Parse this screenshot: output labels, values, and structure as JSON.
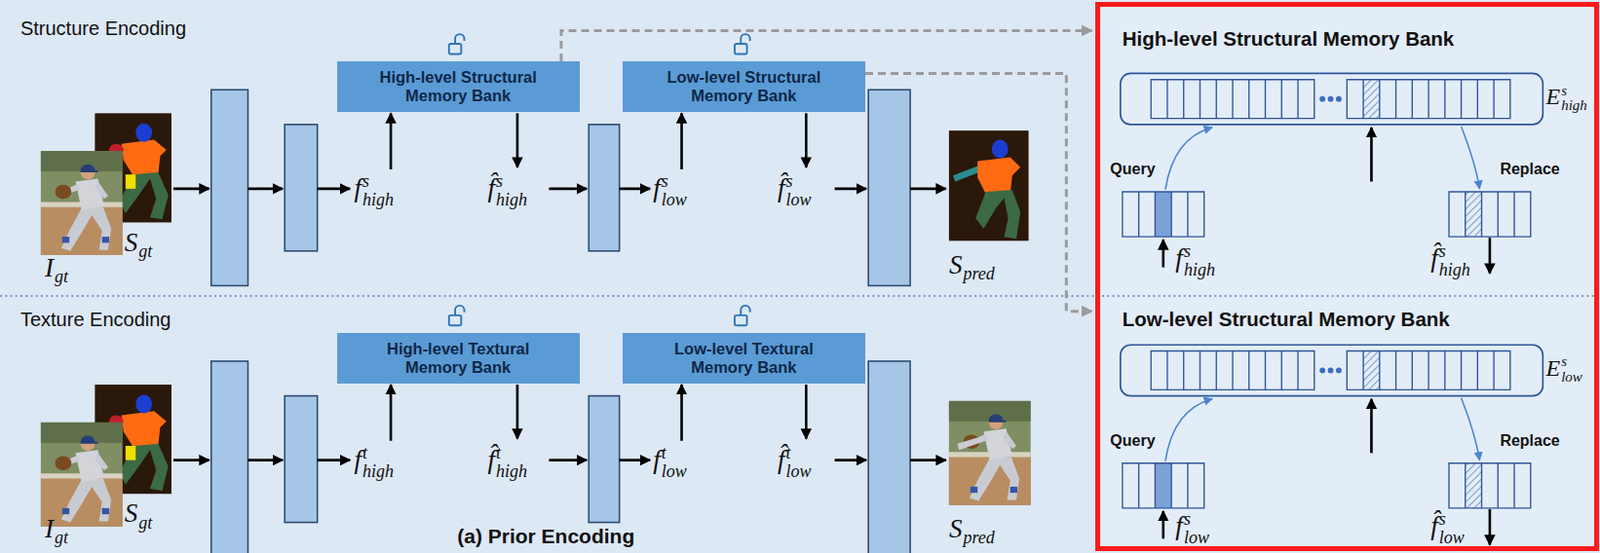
{
  "diagram": {
    "nodes": [
      {
        "text": [
          "High-level Structural Memory Bank"
        ]
      },
      {
        "text": [
          "Low-level Structural Memory Bank"
        ]
      },
      {
        "text": [
          "High-level Textural Memory Bank"
        ]
      },
      {
        "text": [
          "Low-level Textural Memory Bank"
        ]
      },
      {
        "text": [
          "High-level Structural Memory Bank",
          "Low-level Structural Memory Bank"
        ]
      }
    ],
    "edges": [
      {
        "from": 0,
        "to": 4,
        "arrow": "to"
      },
      {
        "from": 1,
        "to": 4,
        "arrow": "to"
      }
    ],
    "labels": [
      "Structure Encoding",
      "S",
      "gt",
      "I",
      "gt",
      "f",
      "s",
      "high",
      "f̂",
      "s",
      "high",
      "f",
      "s",
      "low",
      "f̂",
      "s",
      "low",
      "S",
      "pred",
      "Texture Encoding",
      "S",
      "gt",
      "I",
      "gt",
      "f",
      "t",
      "high",
      "f̂",
      "t",
      "high",
      "f",
      "t",
      "low",
      "f̂",
      "t",
      "low",
      "S",
      "pred",
      "(a) Prior Encoding",
      "E",
      "s",
      "high",
      "Query",
      "Replace",
      "f",
      "s",
      "high",
      "f̂",
      "s",
      "high",
      "E",
      "s",
      "low",
      "Query",
      "Replace",
      "f",
      "s",
      "low",
      "f̂",
      "s",
      "low"
    ]
  }
}
